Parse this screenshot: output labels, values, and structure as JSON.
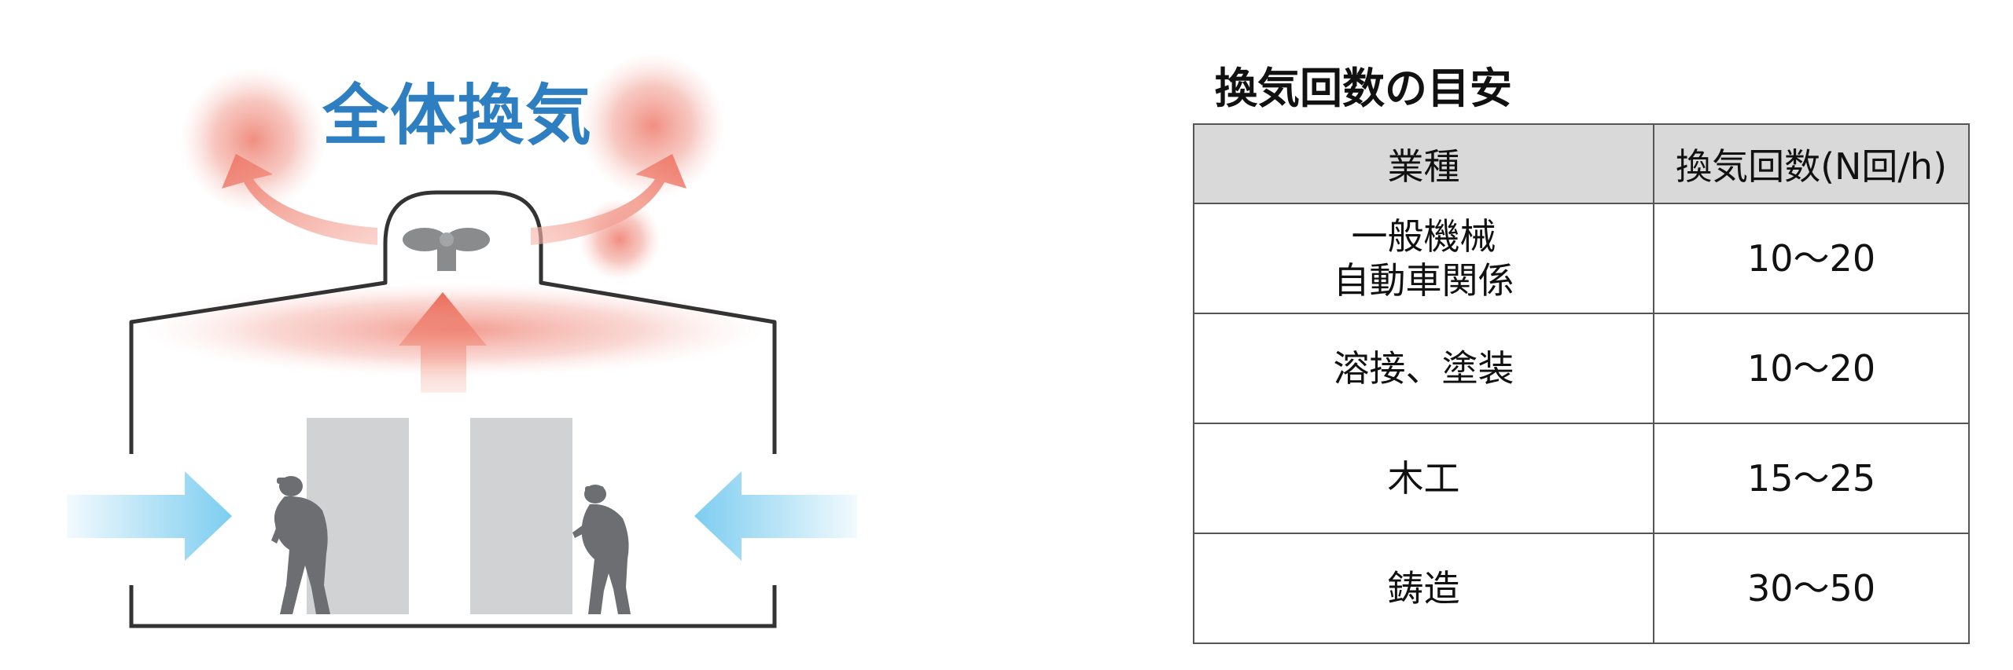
{
  "diagram": {
    "title": "全体換気",
    "colors": {
      "title": "#2e7fc2",
      "exhaust": "#ee7a6a",
      "intake": "#7dcdf0",
      "building": "#333333",
      "worker": "#6d6e71",
      "panel": "#d1d2d4",
      "fan": "#8a8b8d"
    },
    "icons": [
      "exhaust-arrow-icon",
      "intake-arrow-icon",
      "fan-icon",
      "worker-icon"
    ]
  },
  "table": {
    "title": "換気回数の目安",
    "header": {
      "industry": "業種",
      "rate": "換気回数(N回/h)"
    },
    "rows": [
      {
        "industry_lines": [
          "一般機械",
          "自動車関係"
        ],
        "rate": "10～20"
      },
      {
        "industry_lines": [
          "溶接、塗装"
        ],
        "rate": "10～20"
      },
      {
        "industry_lines": [
          "木工"
        ],
        "rate": "15～25"
      },
      {
        "industry_lines": [
          "鋳造"
        ],
        "rate": "30～50"
      }
    ]
  }
}
